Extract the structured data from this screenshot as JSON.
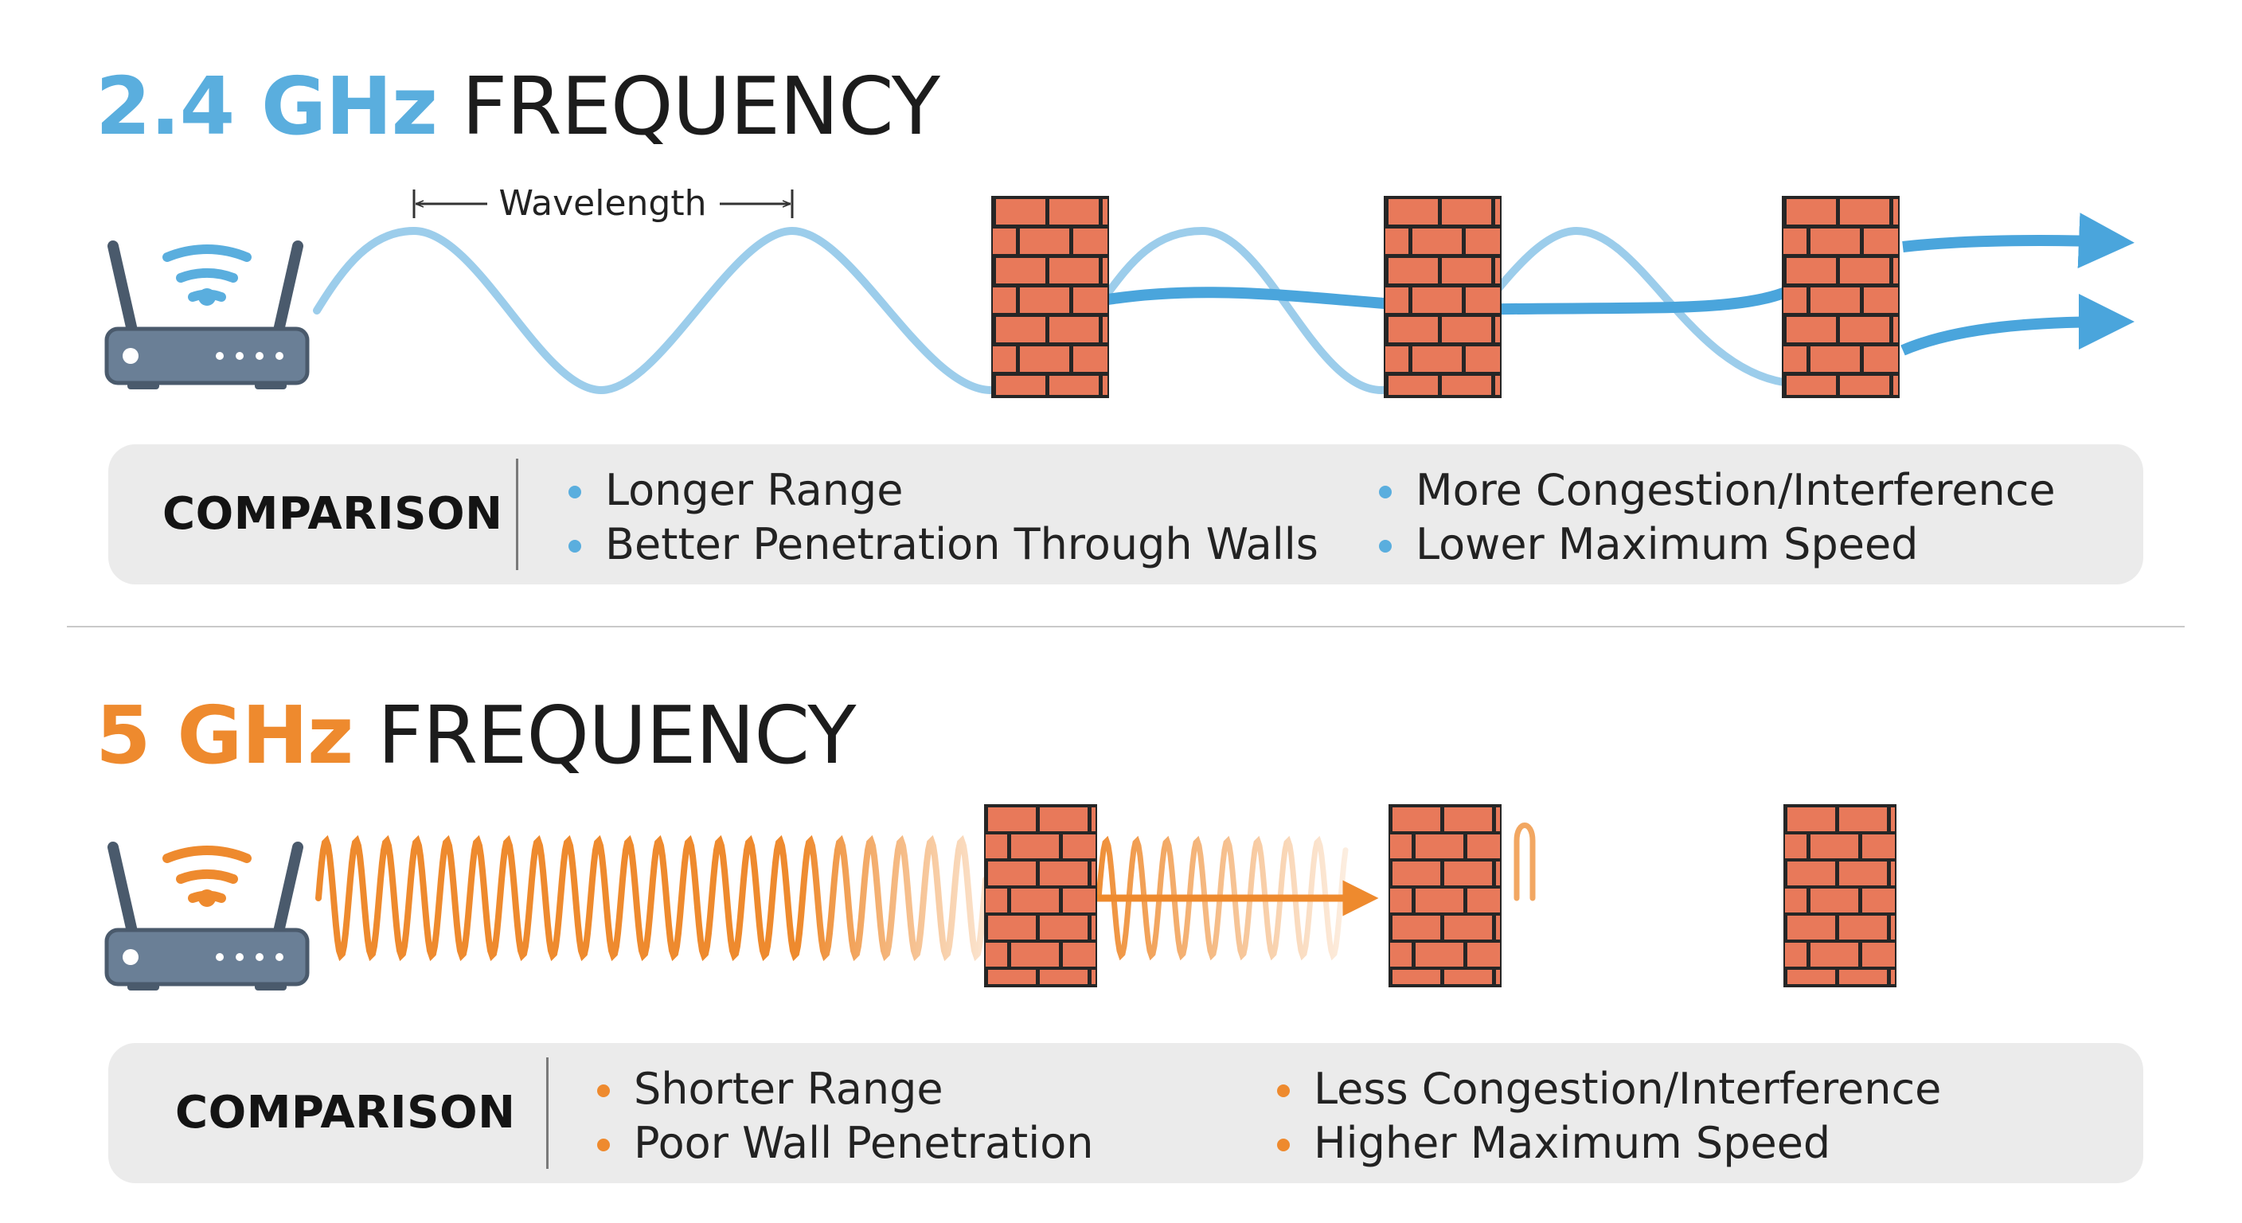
{
  "colors": {
    "band_24_accent": "#5aaede",
    "band_5_accent": "#ee8a2e",
    "brick": "#e8795a",
    "brick_outline": "#262626",
    "router_body": "#6a7f96",
    "panel_bg": "#ebebeb"
  },
  "band_24": {
    "frequency": "2.4 GHz",
    "suffix": "FREQUENCY",
    "wavelength_label": "Wavelength",
    "router_icon": "wifi-router-icon",
    "comparison_label": "COMPARISON",
    "pros": [
      "Longer Range",
      "Better Penetration Through Walls"
    ],
    "cons": [
      "More Congestion/Interference",
      "Lower Maximum Speed"
    ]
  },
  "band_5": {
    "frequency": "5 GHz",
    "suffix": "FREQUENCY",
    "router_icon": "wifi-router-icon",
    "comparison_label": "COMPARISON",
    "pros": [
      "Shorter Range",
      "Poor Wall Penetration"
    ],
    "cons": [
      "Less Congestion/Interference",
      "Higher Maximum Speed"
    ]
  }
}
